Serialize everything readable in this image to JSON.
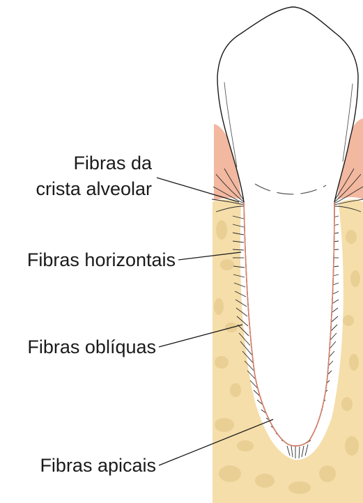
{
  "labels": {
    "crest_line1": "Fibras da",
    "crest_line2": "crista alveolar",
    "horizontal": "Fibras horizontais",
    "oblique": "Fibras oblíquas",
    "apical": "Fibras apicais"
  },
  "colors": {
    "bone": "#f5deaa",
    "bone_edge": "#e8c98d",
    "bone_spot": "#e9cf94",
    "gingiva": "#f2b8a0",
    "tooth": "#ffffff",
    "outline": "#1a1a1a",
    "root_line": "#d9826a",
    "fiber": "#2a2a2a"
  }
}
